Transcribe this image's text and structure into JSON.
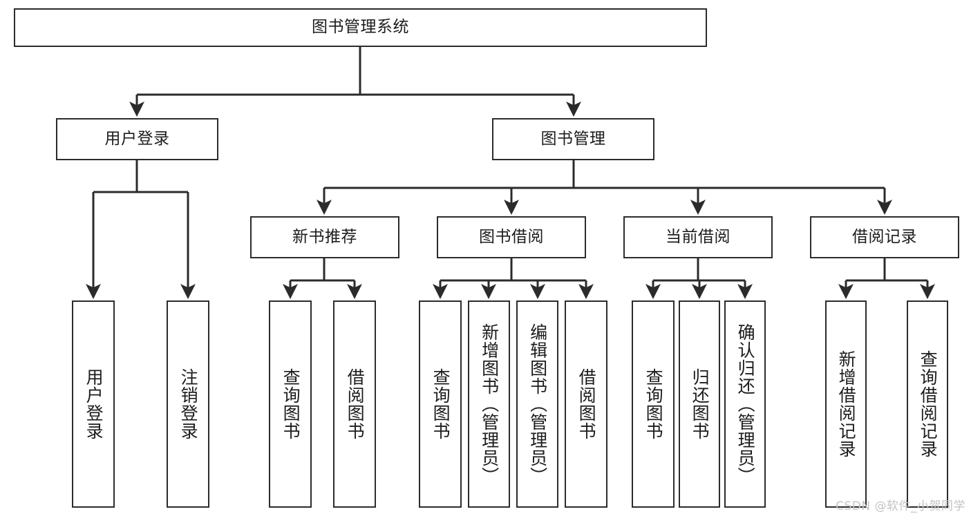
{
  "diagram": {
    "title": "图书管理系统",
    "type": "hierarchy-tree",
    "levels": 4,
    "colors": {
      "box_border": "#2b2b2b",
      "box_fill": "#ffffff",
      "edge": "#2b2b2b",
      "text": "#1c1c1c",
      "watermark": "#c3c3c3"
    },
    "nodes": {
      "root": {
        "label": "图书管理系统"
      },
      "level2": [
        {
          "id": "user-login",
          "label": "用户登录"
        },
        {
          "id": "book-management",
          "label": "图书管理"
        }
      ],
      "level3": [
        {
          "id": "new-book-recommend",
          "label": "新书推荐"
        },
        {
          "id": "book-borrow",
          "label": "图书借阅"
        },
        {
          "id": "current-borrow",
          "label": "当前借阅"
        },
        {
          "id": "borrow-record",
          "label": "借阅记录"
        }
      ],
      "leaves": {
        "user_login": [
          {
            "id": "leaf-user-login",
            "label": "用户登录"
          },
          {
            "id": "leaf-logout-login",
            "label": "注销登录"
          }
        ],
        "new_book_recommend": [
          {
            "id": "leaf-query-book-1",
            "label": "查询图书"
          },
          {
            "id": "leaf-borrow-book-1",
            "label": "借阅图书"
          }
        ],
        "book_borrow": [
          {
            "id": "leaf-query-book-2",
            "label": "查询图书"
          },
          {
            "id": "leaf-add-book",
            "label": "新增图书（管理员）"
          },
          {
            "id": "leaf-edit-book",
            "label": "编辑图书（管理员）"
          },
          {
            "id": "leaf-borrow-book-2",
            "label": "借阅图书"
          }
        ],
        "current_borrow": [
          {
            "id": "leaf-query-book-3",
            "label": "查询图书"
          },
          {
            "id": "leaf-return-book",
            "label": "归还图书"
          },
          {
            "id": "leaf-confirm-return",
            "label": "确认归还（管理员）"
          }
        ],
        "borrow_record": [
          {
            "id": "leaf-add-record",
            "label": "新增借阅记录"
          },
          {
            "id": "leaf-query-record",
            "label": "查询借阅记录"
          }
        ]
      }
    },
    "watermark": "CSDN @软件_小贺同学"
  }
}
